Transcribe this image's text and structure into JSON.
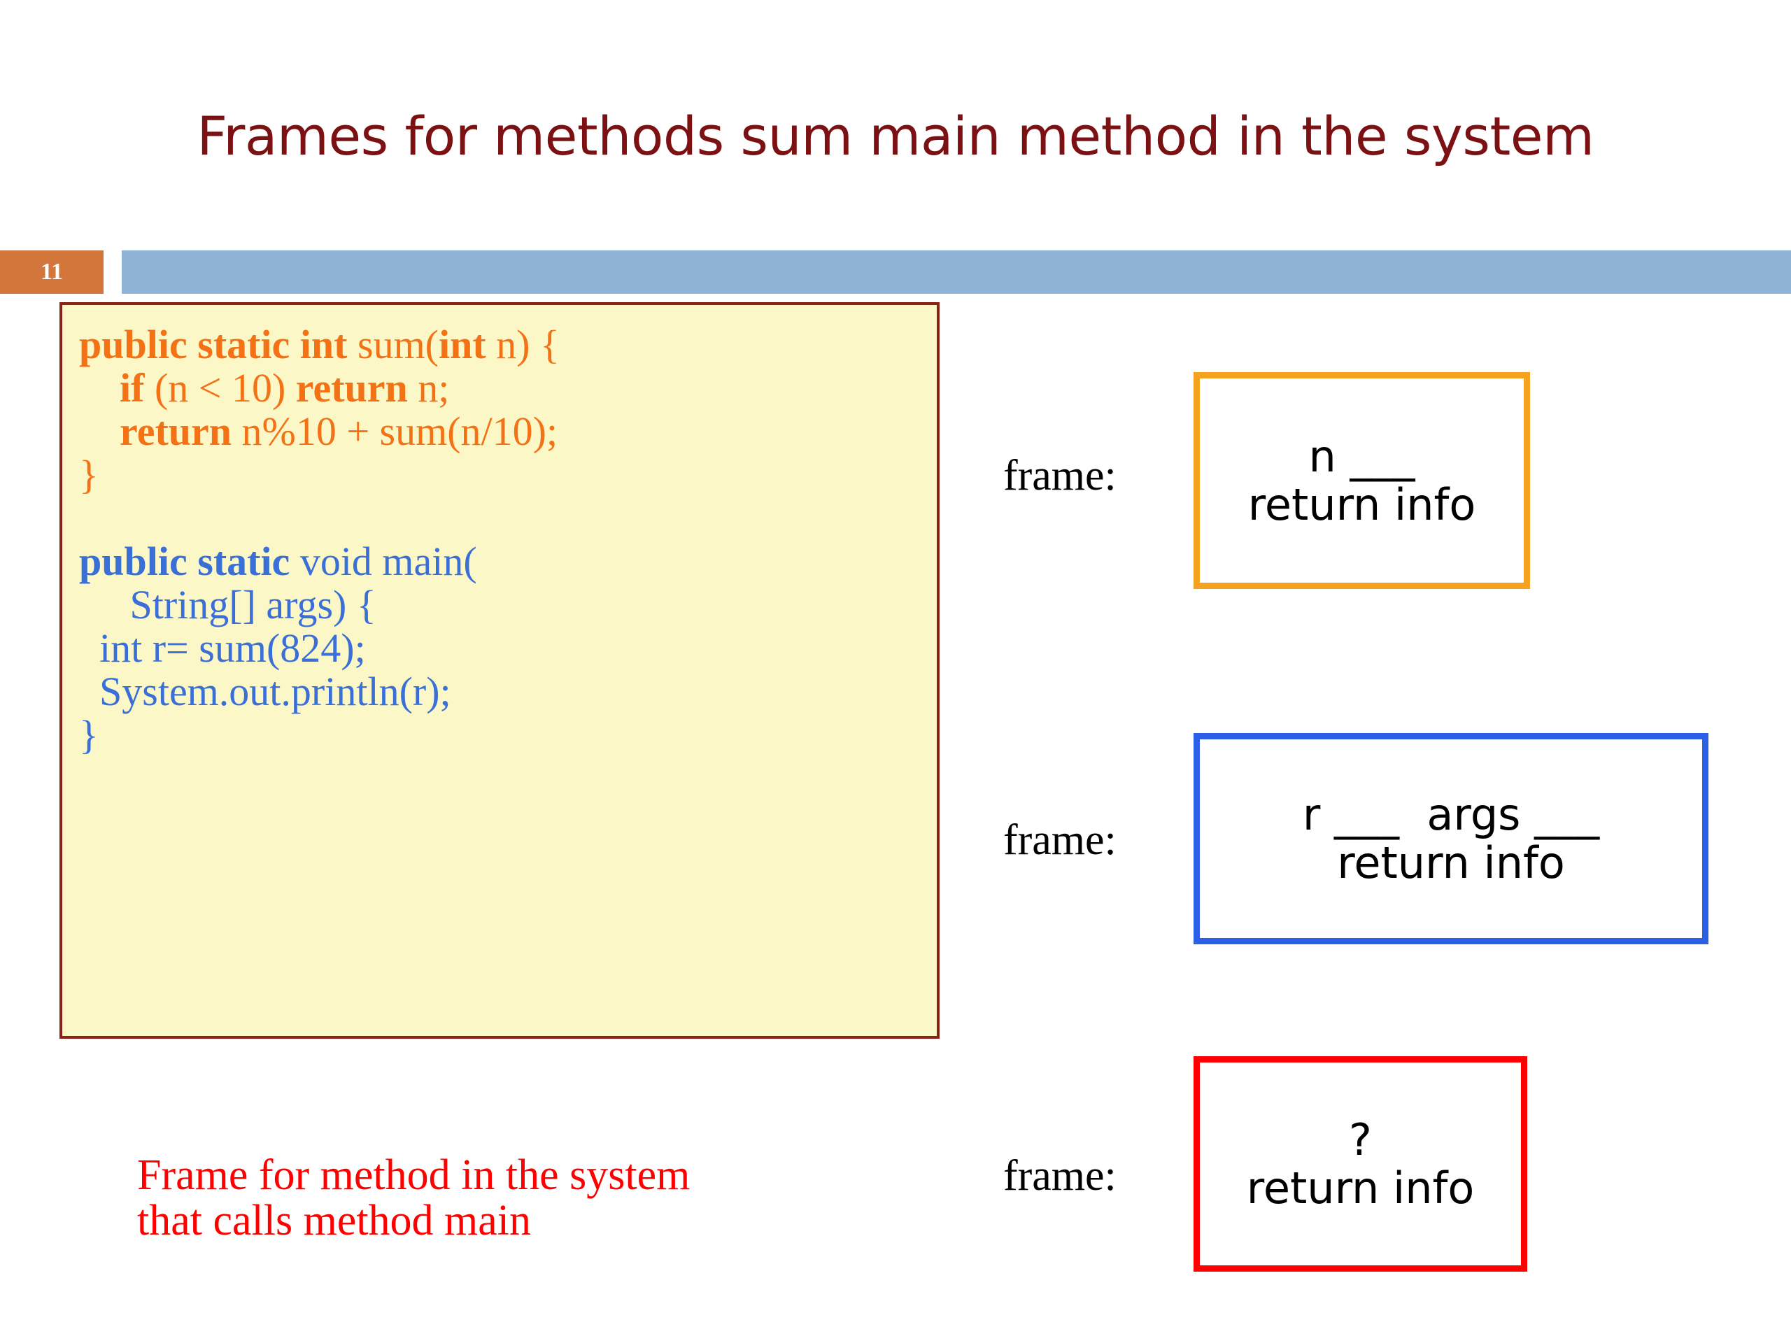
{
  "slide": {
    "title": "Frames for methods sum main method in the system",
    "number": "11",
    "title_color": "#7B1113",
    "badge_color": "#D2763C",
    "bar_color": "#8FB3D4"
  },
  "code_panel": {
    "background": "#FCF7C6",
    "border_color": "#8C2118",
    "orange_color": "#F47216",
    "blue_color": "#3A6FD8",
    "lines": [
      {
        "id": "l1",
        "color": "orange",
        "segments": [
          {
            "text": "public static int ",
            "bold": true
          },
          {
            "text": "sum(",
            "bold": false
          },
          {
            "text": "int",
            "bold": true
          },
          {
            "text": " n) {",
            "bold": false
          }
        ]
      },
      {
        "id": "l2",
        "color": "orange",
        "segments": [
          {
            "text": "    ",
            "bold": false
          },
          {
            "text": "if",
            "bold": true
          },
          {
            "text": " (n < 10) ",
            "bold": false
          },
          {
            "text": "return",
            "bold": true
          },
          {
            "text": " n;",
            "bold": false
          }
        ]
      },
      {
        "id": "l3",
        "color": "orange",
        "segments": [
          {
            "text": "    ",
            "bold": false
          },
          {
            "text": "return",
            "bold": true
          },
          {
            "text": " n%10 + sum(n/10);",
            "bold": false
          }
        ]
      },
      {
        "id": "l4",
        "color": "orange",
        "segments": [
          {
            "text": "}",
            "bold": false
          }
        ]
      },
      {
        "id": "l5",
        "color": "orange",
        "blank": true,
        "segments": []
      },
      {
        "id": "l6",
        "color": "blue",
        "segments": [
          {
            "text": "public static ",
            "bold": true
          },
          {
            "text": "void main(",
            "bold": false
          }
        ]
      },
      {
        "id": "l7",
        "color": "blue",
        "segments": [
          {
            "text": "     String[] args) {",
            "bold": false
          }
        ]
      },
      {
        "id": "l8",
        "color": "blue",
        "segments": [
          {
            "text": "  int r= sum(824);",
            "bold": false
          }
        ]
      },
      {
        "id": "l9",
        "color": "blue",
        "segments": [
          {
            "text": "  System.out.println(r);",
            "bold": false
          }
        ]
      },
      {
        "id": "l10",
        "color": "blue",
        "segments": [
          {
            "text": "}",
            "bold": false
          }
        ]
      }
    ]
  },
  "caption": {
    "color": "#FF0000",
    "line1": "Frame for method in the system",
    "line2": "that calls method main"
  },
  "frames": [
    {
      "id": "orange",
      "label": "frame:",
      "border_color": "#F5A21E",
      "line1": "n ___",
      "line2": "return info"
    },
    {
      "id": "blue",
      "label": "frame:",
      "border_color": "#2B5FE8",
      "line1": "r ___  args ___",
      "line2": "return info"
    },
    {
      "id": "red",
      "label": "frame:",
      "border_color": "#FF0000",
      "line1": "?",
      "line2": "return info"
    }
  ]
}
